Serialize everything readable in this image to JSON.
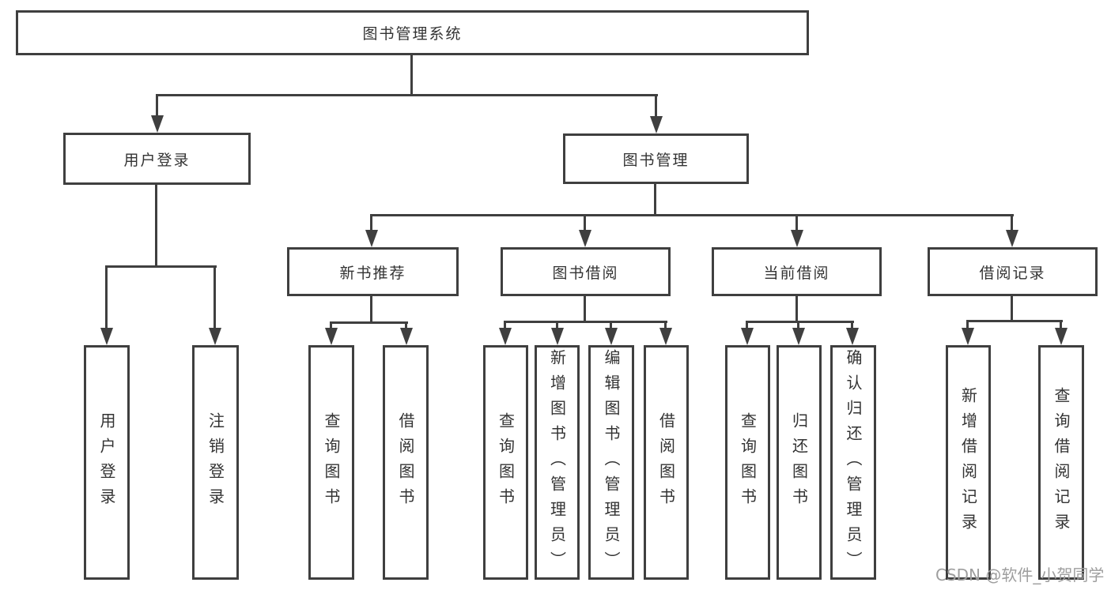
{
  "nodes": {
    "root": "图书管理系统",
    "user_login": "用户登录",
    "book_mgmt": "图书管理",
    "new_book_rec": "新书推荐",
    "book_borrow": "图书借阅",
    "current_borrow": "当前借阅",
    "borrow_record": "借阅记录"
  },
  "leaves": [
    "用户登录",
    "注销登录",
    "查询图书",
    "借阅图书",
    "查询图书",
    "新增图书（管理员）",
    "编辑图书（管理员）",
    "借阅图书",
    "查询图书",
    "归还图书",
    "确认归还（管理员）",
    "新增借阅记录",
    "查询借阅记录"
  ],
  "watermark": "CSDN @软件_小贺同学",
  "colors": {
    "line": "#3f3f3f",
    "text": "#333333",
    "watermark": "#9e9e9e",
    "background": "#ffffff"
  }
}
